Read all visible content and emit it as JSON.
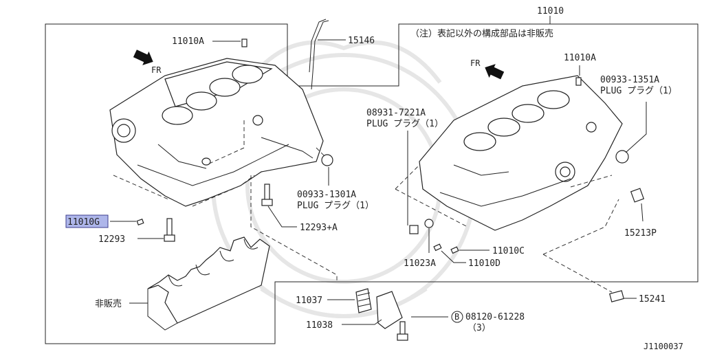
{
  "callouts": {
    "group_number": "11010",
    "note": "（注）表記以外の構成部品は非販売",
    "fr_left": "FR",
    "fr_right": "FR",
    "p_11010A_left": "11010A",
    "p_11010A_right": "11010A",
    "p_15146": "15146",
    "p_11010G": "11010G",
    "p_12293": "12293",
    "p_12293A": "12293+A",
    "p_00933_1301A": "00933-1301A",
    "plug_00933_1301A": "PLUG プラグ（1）",
    "p_08931_7221A": "08931-7221A",
    "plug_08931_7221A": "PLUG プラグ（1）",
    "p_00933_1351A": "00933-1351A",
    "plug_00933_1351A": "PLUG プラグ（1）",
    "p_15213P": "15213P",
    "p_11010C": "11010C",
    "p_11010D": "11010D",
    "p_11023A": "11023A",
    "p_15241": "15241",
    "p_11037": "11037",
    "p_11038": "11038",
    "bolt_badge": "B",
    "p_08120_61228": "08120-61228",
    "qty_08120_61228": "（3）",
    "not_sold": "非販売",
    "diagram_id": "J1100037"
  },
  "highlight": {
    "part": "11010G",
    "fill_color": "#aeb6ea",
    "border_color": "#3c3c8c"
  },
  "icons": {
    "fr_arrow": "arrow-icon",
    "bolt_badge": "circled-letter-icon"
  }
}
